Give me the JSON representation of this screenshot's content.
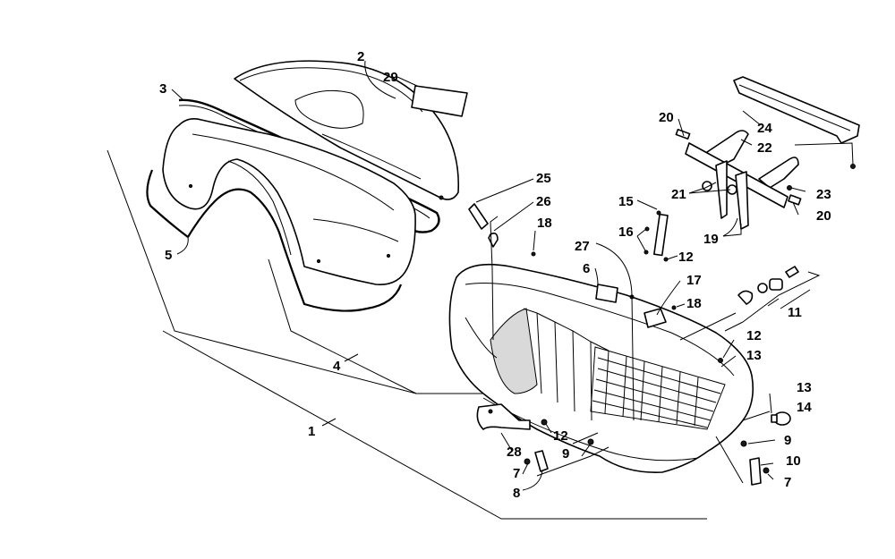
{
  "callouts": {
    "c1": "1",
    "c2": "2",
    "c3": "3",
    "c4": "4",
    "c5": "5",
    "c6": "6",
    "c7a": "7",
    "c7b": "7",
    "c8": "8",
    "c9a": "9",
    "c9b": "9",
    "c10": "10",
    "c11": "11",
    "c12a": "12",
    "c12b": "12",
    "c12c": "12",
    "c13a": "13",
    "c13b": "13",
    "c14": "14",
    "c15": "15",
    "c16": "16",
    "c17": "17",
    "c18a": "18",
    "c18b": "18",
    "c19": "19",
    "c20a": "20",
    "c20b": "20",
    "c21": "21",
    "c22": "22",
    "c23": "23",
    "c24": "24",
    "c25": "25",
    "c26": "26",
    "c27": "27",
    "c28": "28",
    "c29": "29"
  }
}
